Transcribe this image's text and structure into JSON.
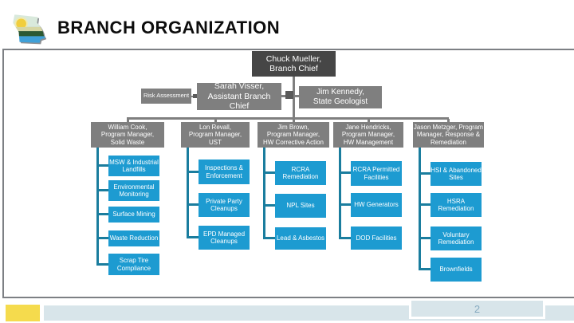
{
  "slide": {
    "title": "BRANCH ORGANIZATION",
    "page_number": "2"
  },
  "org_chart": {
    "branch_chief": "Chuck Mueller,\nBranch Chief",
    "risk_assessment": "Risk Assessment",
    "assistant_chief": "Sarah Visser,\nAssistant Branch\nChief",
    "state_geologist": "Jim Kennedy,\nState Geologist",
    "columns": [
      {
        "manager": "William Cook,\nProgram Manager,\nSolid Waste",
        "programs": [
          "MSW & Industrial\nLandfills",
          "Environmental\nMonitoring",
          "Surface Mining",
          "Waste Reduction",
          "Scrap Tire\nCompliance"
        ]
      },
      {
        "manager": "Lon Revall,\nProgram Manager,\nUST",
        "programs": [
          "Inspections &\nEnforcement",
          "Private Party\nCleanups",
          "EPD Managed\nCleanups"
        ]
      },
      {
        "manager": "Jim Brown,\nProgram Manager,\nHW Corrective Action",
        "programs": [
          "RCRA\nRemediation",
          "NPL Sites",
          "Lead & Asbestos"
        ]
      },
      {
        "manager": "Jane Hendricks,\nProgram Manager,\nHW Management",
        "programs": [
          "RCRA Permitted\nFacilities",
          "HW Generators",
          "DOD Facilities"
        ]
      },
      {
        "manager": "Jason Metzger, Program\nManager, Response &\nRemediation",
        "programs": [
          "HSI & Abandoned\nSites",
          "HSRA\nRemediation",
          "Voluntary\nRemediation",
          "Brownfields"
        ]
      }
    ]
  },
  "colors": {
    "chief_box": "#464646",
    "manager_box": "#7f7f7f",
    "program_box": "#1d9bd1",
    "connector_gray": "#7f7f7f",
    "connector_teal": "#1a7d9e",
    "footer_yellow": "#f5db4d",
    "footer_blue": "#d8e5ea"
  }
}
